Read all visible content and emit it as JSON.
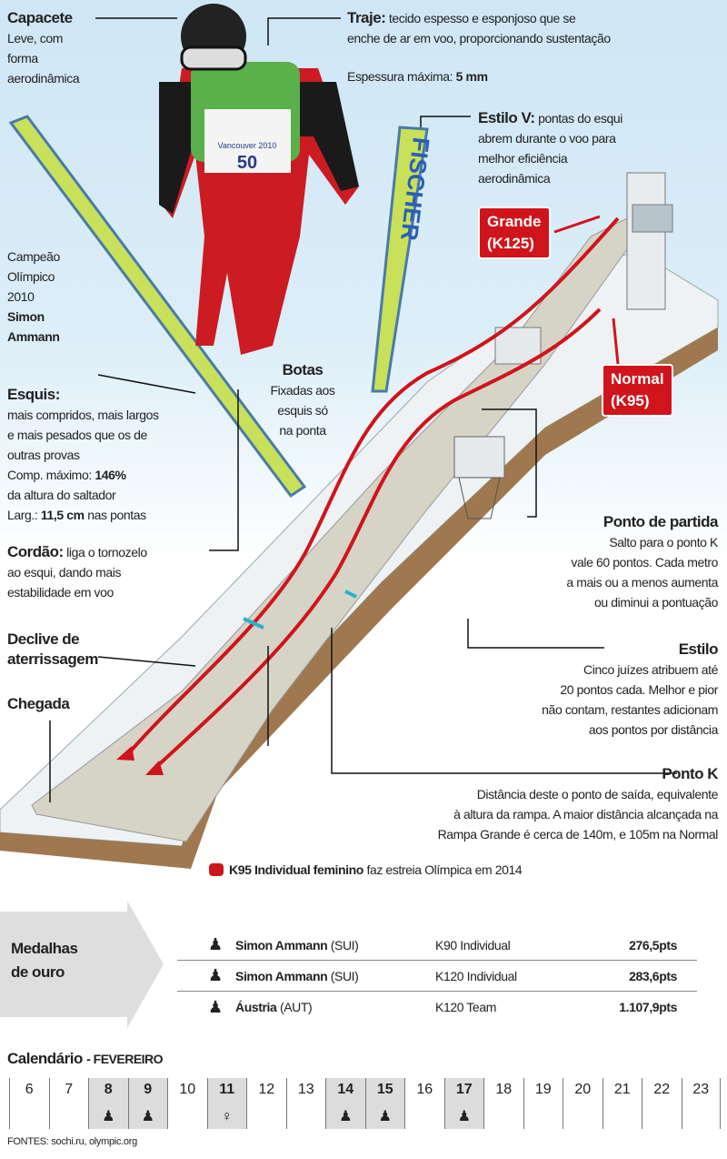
{
  "capacete": {
    "title": "Capacete",
    "lines": [
      "Leve, com",
      "forma",
      "aerodinâmica"
    ]
  },
  "traje": {
    "title": "Traje:",
    "line1": "tecido espesso e esponjoso que se",
    "line2": "enche de ar em voo, proporcionando sustentação",
    "thickness_label": "Espessura máxima:",
    "thickness_value": "5 mm"
  },
  "estilo_v": {
    "title": "Estilo V:",
    "line1": "pontas do esqui",
    "lines": [
      "abrem durante o voo para",
      "melhor eficiência",
      "aerodinâmica"
    ]
  },
  "champion": {
    "lines": [
      "Campeão",
      "Olímpico",
      "2010"
    ],
    "name_lines": [
      "Simon",
      "Ammann"
    ]
  },
  "ski_brand": "FISCHER",
  "bib": "50",
  "bib_event": "Vancouver 2010",
  "esquis": {
    "title": "Esquis:",
    "lines": [
      "mais compridos, mais largos",
      "e mais pesados que os de",
      "outras provas"
    ],
    "length_label": "Comp. máximo:",
    "length_value": "146%",
    "length_suffix": "da altura do saltador",
    "width_label": "Larg.:",
    "width_value": "11,5 cm",
    "width_suffix": "nas pontas"
  },
  "cordao": {
    "title": "Cordão:",
    "line1": "liga o tornozelo",
    "line2": "ao esqui, dando mais",
    "line3": "estabilidade em voo"
  },
  "declive": {
    "line1": "Declive de",
    "line2": "aterrissagem"
  },
  "chegada": "Chegada",
  "botas": {
    "title": "Botas",
    "lines": [
      "Fixadas aos",
      "esquis só",
      "na ponta"
    ]
  },
  "grande": {
    "line1": "Grande",
    "line2": "(K125)"
  },
  "normal": {
    "line1": "Normal",
    "line2": "(K95)"
  },
  "ponto_partida": {
    "title": "Ponto de partida",
    "lines": [
      "Salto para o ponto K",
      "vale 60 pontos. Cada metro",
      "a mais ou a menos aumenta",
      "ou diminui a pontuação"
    ]
  },
  "estilo": {
    "title": "Estilo",
    "lines": [
      "Cinco juízes atribuem até",
      "20 pontos cada. Melhor e pior",
      "não contam, restantes adicionam",
      "aos pontos por distância"
    ]
  },
  "ponto_k": {
    "title": "Ponto K",
    "lines": [
      "Distância deste o ponto de saída, equivalente",
      "à altura da rampa. A maior distância alcançada na",
      "Rampa Grande é cerca de 140m, e 105m na Normal"
    ]
  },
  "legend": {
    "bold": "K95 Individual feminino",
    "rest": "faz estreia Olímpica em 2014",
    "color": "#d0141b"
  },
  "medals": {
    "title_line1": "Medalhas",
    "title_line2": "de ouro",
    "rows": [
      {
        "name": "Simon Ammann",
        "country": "(SUI)",
        "event": "K90 Individual",
        "points": "276,5pts"
      },
      {
        "name": "Simon Ammann",
        "country": "(SUI)",
        "event": "K120 Individual",
        "points": "283,6pts"
      },
      {
        "name": "Áustria",
        "country": "(AUT)",
        "event": "K120 Team",
        "points": "1.107,9pts"
      }
    ]
  },
  "calendar": {
    "title": "Calendário",
    "month": "- FEVEREIRO",
    "days": [
      {
        "d": "6"
      },
      {
        "d": "7"
      },
      {
        "d": "8",
        "event": "male"
      },
      {
        "d": "9",
        "event": "male"
      },
      {
        "d": "10"
      },
      {
        "d": "11",
        "event": "female"
      },
      {
        "d": "12"
      },
      {
        "d": "13"
      },
      {
        "d": "14",
        "event": "male"
      },
      {
        "d": "15",
        "event": "male"
      },
      {
        "d": "16"
      },
      {
        "d": "17",
        "event": "male"
      },
      {
        "d": "18"
      },
      {
        "d": "19"
      },
      {
        "d": "20"
      },
      {
        "d": "21"
      },
      {
        "d": "22"
      },
      {
        "d": "23"
      }
    ]
  },
  "sources": "FONTES: sochi.ru, olympic.org"
}
